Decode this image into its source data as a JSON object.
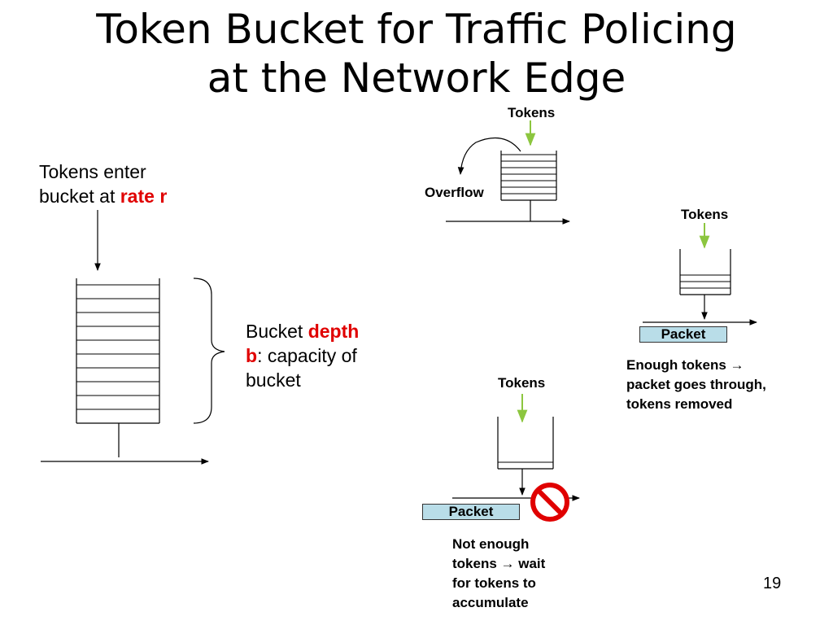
{
  "slide": {
    "title_line1": "Token Bucket for Traffic Policing",
    "title_line2": "at the Network Edge",
    "page_number": "19"
  },
  "main": {
    "rate_text_line1": "Tokens enter",
    "rate_text_line2": "bucket at ",
    "rate_highlight": "rate r",
    "depth_text_1": "Bucket ",
    "depth_highlight_1": "depth",
    "depth_highlight_2": "b",
    "depth_text_2": ": capacity of",
    "depth_text_3": "bucket"
  },
  "overflow_diagram": {
    "tokens_label": "Tokens",
    "overflow_label": "Overflow"
  },
  "enough_diagram": {
    "tokens_label": "Tokens",
    "packet_label": "Packet",
    "caption_line1": "Enough tokens →",
    "caption_line2": "packet goes through,",
    "caption_line3": "tokens removed"
  },
  "not_enough_diagram": {
    "tokens_label": "Tokens",
    "packet_label": "Packet",
    "caption_line1": "Not enough",
    "caption_line2": "tokens → wait",
    "caption_line3": "for tokens to",
    "caption_line4": "accumulate"
  },
  "colors": {
    "token_arrow": "#8cc63f",
    "highlight": "#e00000",
    "packet_fill": "#b9dde8",
    "no_sign": "#e00000"
  }
}
